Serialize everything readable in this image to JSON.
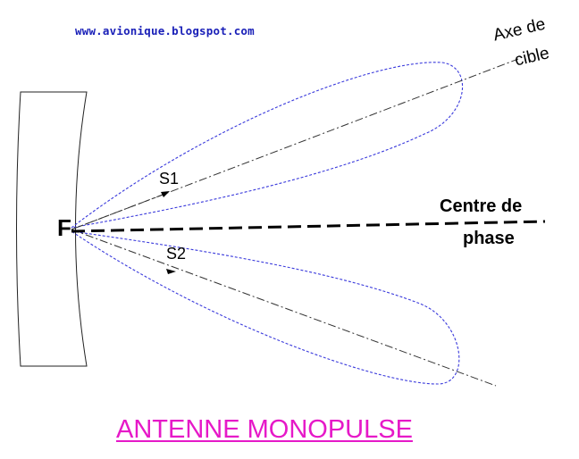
{
  "header": {
    "url": "www.avionique.blogspot.com"
  },
  "diagram": {
    "focus_label": "F",
    "beam1_label": "S1",
    "beam2_label": "S2",
    "phase_center_label_line1": "Centre de",
    "phase_center_label_line2": "phase",
    "target_axis_label_line1": "Axe de",
    "target_axis_label_line2": "cible",
    "lobe_color": "#3a3adc",
    "title_color": "#e619c8",
    "url_color": "#1a20b8"
  },
  "footer": {
    "title": "ANTENNE MONOPULSE"
  }
}
